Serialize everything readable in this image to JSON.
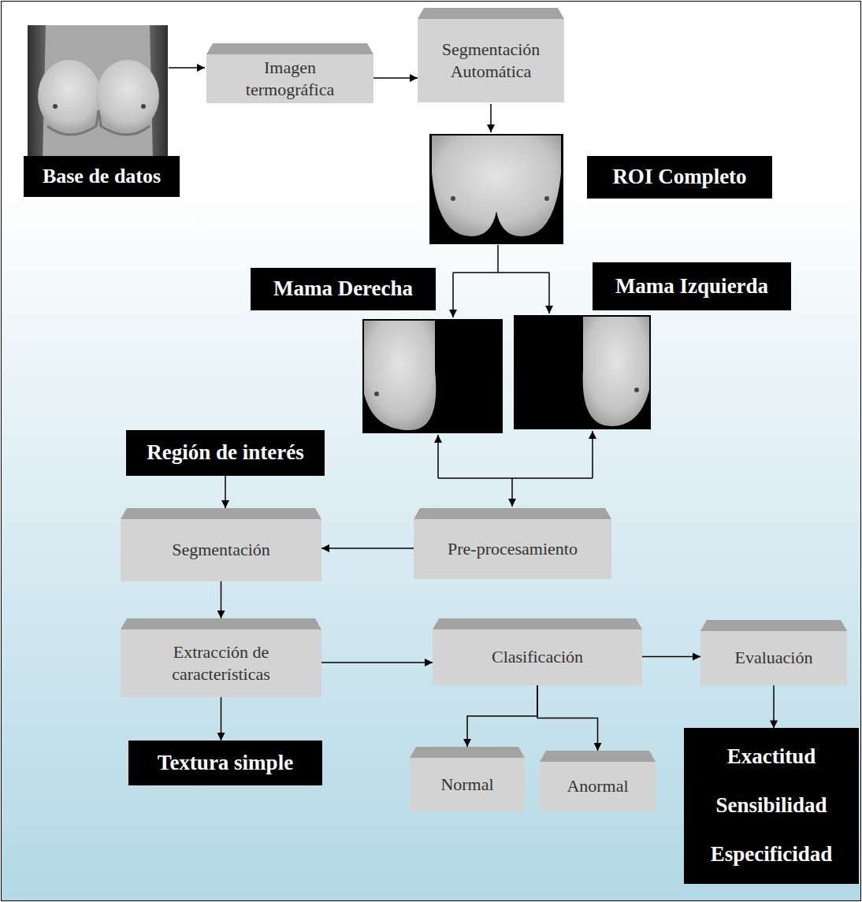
{
  "diagram": {
    "nodes": [
      {
        "text": [
          "Base de datos"
        ]
      },
      {
        "text": [
          "Imagen termográfica"
        ]
      },
      {
        "text": [
          "Segmentación Automática"
        ]
      },
      {
        "text": [
          "ROI Completo"
        ]
      },
      {
        "text": [
          "Mama Derecha"
        ]
      },
      {
        "text": [
          "Mama Izquierda"
        ]
      },
      {
        "text": [
          "Región de interés"
        ]
      },
      {
        "text": [
          "Segmentación"
        ]
      },
      {
        "text": [
          "Pre-procesamiento"
        ]
      },
      {
        "text": [
          "Extracción de características"
        ]
      },
      {
        "text": [
          "Clasificación"
        ]
      },
      {
        "text": [
          "Evaluación"
        ]
      },
      {
        "text": [
          "Textura simple"
        ]
      },
      {
        "text": [
          "Normal"
        ]
      },
      {
        "text": [
          "Anormal"
        ]
      },
      {
        "text": [
          "Exactitud",
          "Sensibilidad",
          "Especificidad"
        ]
      }
    ],
    "edges": [
      {
        "from": 1,
        "to": 2,
        "arrow": "to"
      },
      {
        "from": 8,
        "to": 7,
        "arrow": "to"
      },
      {
        "from": 6,
        "to": 7,
        "arrow": "to"
      },
      {
        "from": 7,
        "to": 9,
        "arrow": "to"
      },
      {
        "from": 9,
        "to": 12,
        "arrow": "to"
      },
      {
        "from": 9,
        "to": 10,
        "arrow": "to"
      },
      {
        "from": 10,
        "to": 13,
        "arrow": "to"
      },
      {
        "from": 10,
        "to": 14,
        "arrow": "to"
      },
      {
        "from": 10,
        "to": 11,
        "arrow": "to"
      },
      {
        "from": 11,
        "to": 15,
        "arrow": "to"
      }
    ]
  }
}
